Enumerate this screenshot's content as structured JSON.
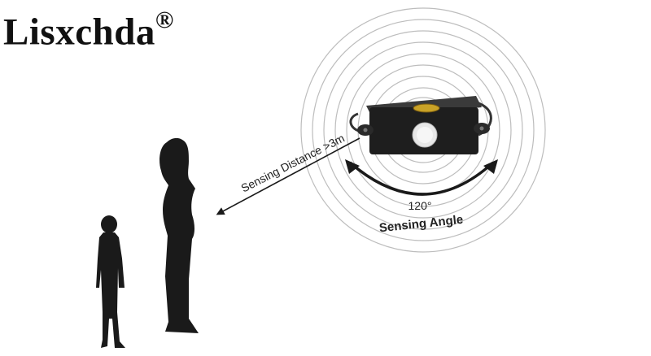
{
  "brand": {
    "name": "Lisxchda",
    "registered_mark": "®"
  },
  "diagram": {
    "distance_label": "Sensing Distance >3m",
    "angle_value": "120°",
    "angle_label": "Sensing Angle"
  },
  "colors": {
    "text": "#111111",
    "sensor_body": "#1e1e1e",
    "rings": "#bdbdbd",
    "silhouette": "#1a1a1a"
  }
}
